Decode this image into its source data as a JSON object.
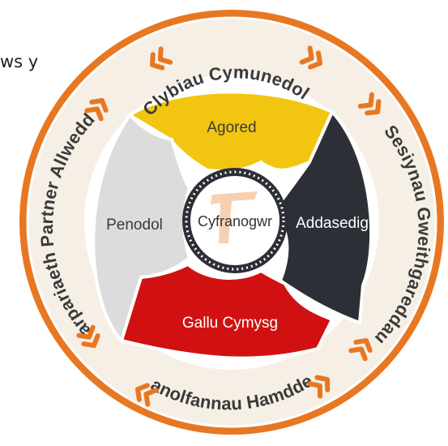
{
  "partial_text": "ws y",
  "center": {
    "label": "Cyfranogwr"
  },
  "segments": {
    "top": "Agored",
    "right": "Addasedig",
    "bottom": "Gallu Cymysg",
    "left": "Penodol"
  },
  "ring_labels": {
    "top": "Clybiau Cymunedol",
    "right": "Sesiynau Gweithgareddau",
    "bottom": "Canolfannau Hamdden",
    "left": "Darpariaeth Partner Allweddol"
  },
  "colors": {
    "accent_orange": "#e87722",
    "top_segment": "#f2c511",
    "right_segment": "#2c2f36",
    "bottom_segment": "#d11111",
    "left_segment": "#dcdcdc",
    "ring_fill": "#f6efe6"
  },
  "icons": [
    "double-chevron-icon",
    "watermark-logo-icon"
  ]
}
